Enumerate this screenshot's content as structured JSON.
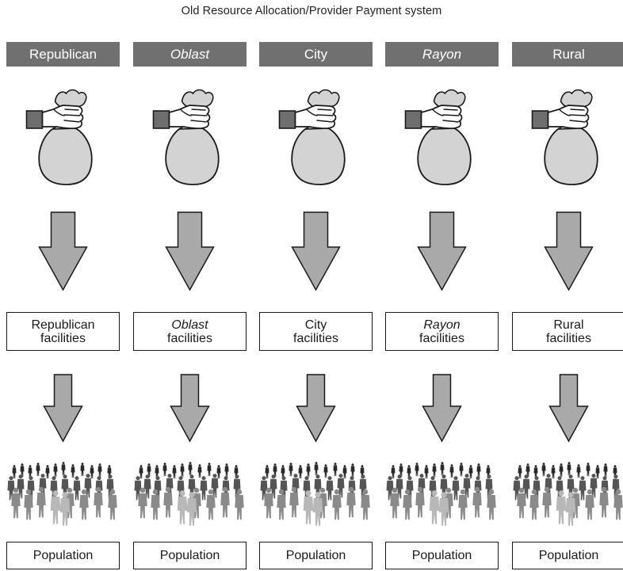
{
  "title": "Old Resource Allocation/Provider Payment system",
  "columns": [
    {
      "header": "Republican",
      "header_italic": false,
      "facility_name": "Republican",
      "facility_name_italic": false,
      "facility_suffix": "facilities",
      "population": "Population"
    },
    {
      "header": "Oblast",
      "header_italic": true,
      "facility_name": "Oblast",
      "facility_name_italic": true,
      "facility_suffix": "facilities",
      "population": "Population"
    },
    {
      "header": "City",
      "header_italic": false,
      "facility_name": "City",
      "facility_name_italic": false,
      "facility_suffix": "facilities",
      "population": "Population"
    },
    {
      "header": "Rayon",
      "header_italic": true,
      "facility_name": "Rayon",
      "facility_name_italic": true,
      "facility_suffix": "facilities",
      "population": "Population"
    },
    {
      "header": "Rural",
      "header_italic": false,
      "facility_name": "Rural",
      "facility_name_italic": false,
      "facility_suffix": "facilities",
      "population": "Population"
    }
  ],
  "icons": {
    "money": "money-bag-in-hand-icon",
    "flow": "down-arrow-icon",
    "crowd": "crowd-icon"
  },
  "colors": {
    "header_fill": "#707070",
    "header_text": "#ffffff",
    "arrow_fill": "#a9a9a9",
    "bag_fill": "#d3d3d3",
    "sleeve_fill": "#6e6e6e",
    "outline": "#1a1a1a"
  }
}
